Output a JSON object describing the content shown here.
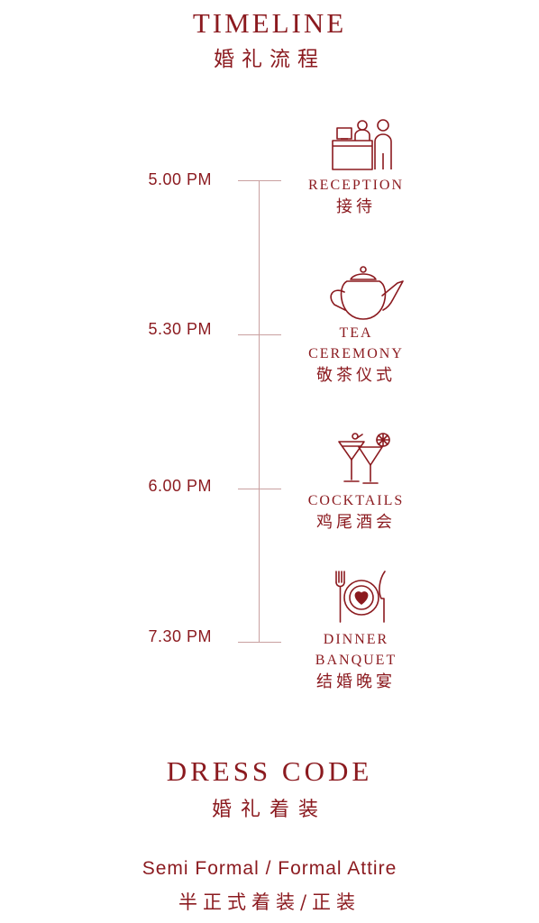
{
  "header": {
    "title_en": "TIMELINE",
    "title_zh": "婚礼流程"
  },
  "timeline": [
    {
      "time": "5.00 PM",
      "event_en": [
        "RECEPTION"
      ],
      "event_zh": "接待",
      "icon": "reception-desk-icon"
    },
    {
      "time": "5.30 PM",
      "event_en": [
        "TEA",
        "CEREMONY"
      ],
      "event_zh": "敬茶仪式",
      "icon": "teapot-icon"
    },
    {
      "time": "6.00 PM",
      "event_en": [
        "COCKTAILS"
      ],
      "event_zh": "鸡尾酒会",
      "icon": "cocktail-glasses-icon"
    },
    {
      "time": "7.30 PM",
      "event_en": [
        "DINNER",
        "BANQUET"
      ],
      "event_zh": "结婚晚宴",
      "icon": "dinner-plate-icon"
    }
  ],
  "dress_code": {
    "title_en": "DRESS CODE",
    "title_zh": "婚礼着装",
    "attire_en": "Semi Formal / Formal Attire",
    "attire_zh": "半正式着装/正装"
  },
  "colors": {
    "accent": "#8b1a1f",
    "line": "#c9a0a0"
  }
}
